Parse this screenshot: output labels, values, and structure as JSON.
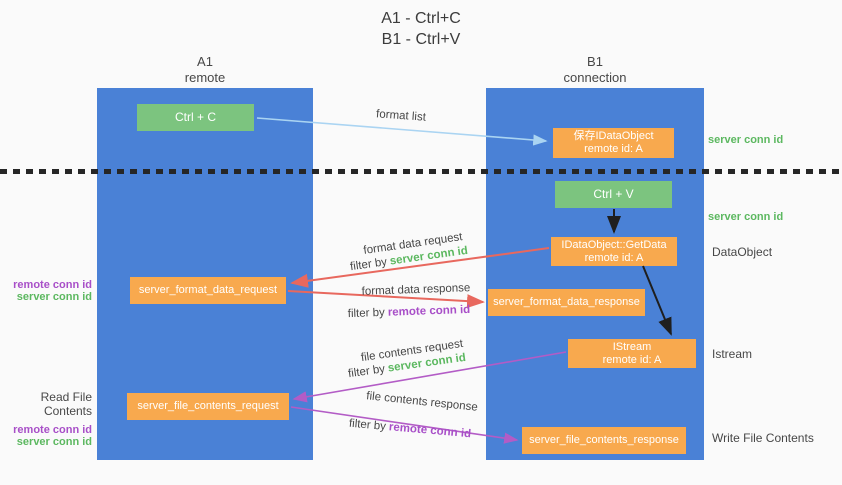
{
  "title": {
    "line1": "A1 - Ctrl+C",
    "line2": "B1 - Ctrl+V"
  },
  "columns": {
    "a": {
      "id": "A1",
      "name": "remote"
    },
    "b": {
      "id": "B1",
      "name": "connection"
    }
  },
  "nodes": {
    "ctrl_c": "Ctrl + C",
    "ctrl_v": "Ctrl + V",
    "save_dataobject": {
      "line1": "保存IDataObject",
      "line2": "remote id: A"
    },
    "getdata": {
      "line1": "IDataObject::GetData",
      "line2": "remote id: A"
    },
    "istream": {
      "line1": "IStream",
      "line2": "remote id: A"
    },
    "format_request": "server_format_data_request",
    "format_response": "server_format_data_response",
    "file_request": "server_file_contents_request",
    "file_response": "server_file_contents_response"
  },
  "edge_labels": {
    "format_list": "format list",
    "format_data_request": "format data request",
    "format_data_response": "format data response",
    "file_contents_request": "file contents request",
    "file_contents_response": "file contents response",
    "filter_by": "filter by",
    "server_conn_id": "server conn id",
    "remote_conn_id": "remote conn id"
  },
  "side_labels": {
    "right_server_conn_id_top": "server conn id",
    "right_server_conn_id_mid": "server conn id",
    "right_dataobject": "DataObject",
    "right_istream": "Istream",
    "right_write_file_contents": "Write File Contents",
    "left_remote_conn_id_top": "remote conn id",
    "left_server_conn_id_top": "server conn id",
    "left_read_file_contents": "Read File Contents",
    "left_remote_conn_id_bottom": "remote conn id",
    "left_server_conn_id_bottom": "server conn id"
  },
  "colors": {
    "column_blue": "#4a81d6",
    "node_green": "#7cc47f",
    "node_orange": "#f8a94e",
    "arrow_red": "#e8685e",
    "arrow_purple": "#b35cc6",
    "arrow_light_blue": "#aad4f2",
    "arrow_black": "#1f1f1f",
    "text_green": "#5cb860",
    "text_purple": "#a84fc8",
    "background": "#fafafa"
  }
}
